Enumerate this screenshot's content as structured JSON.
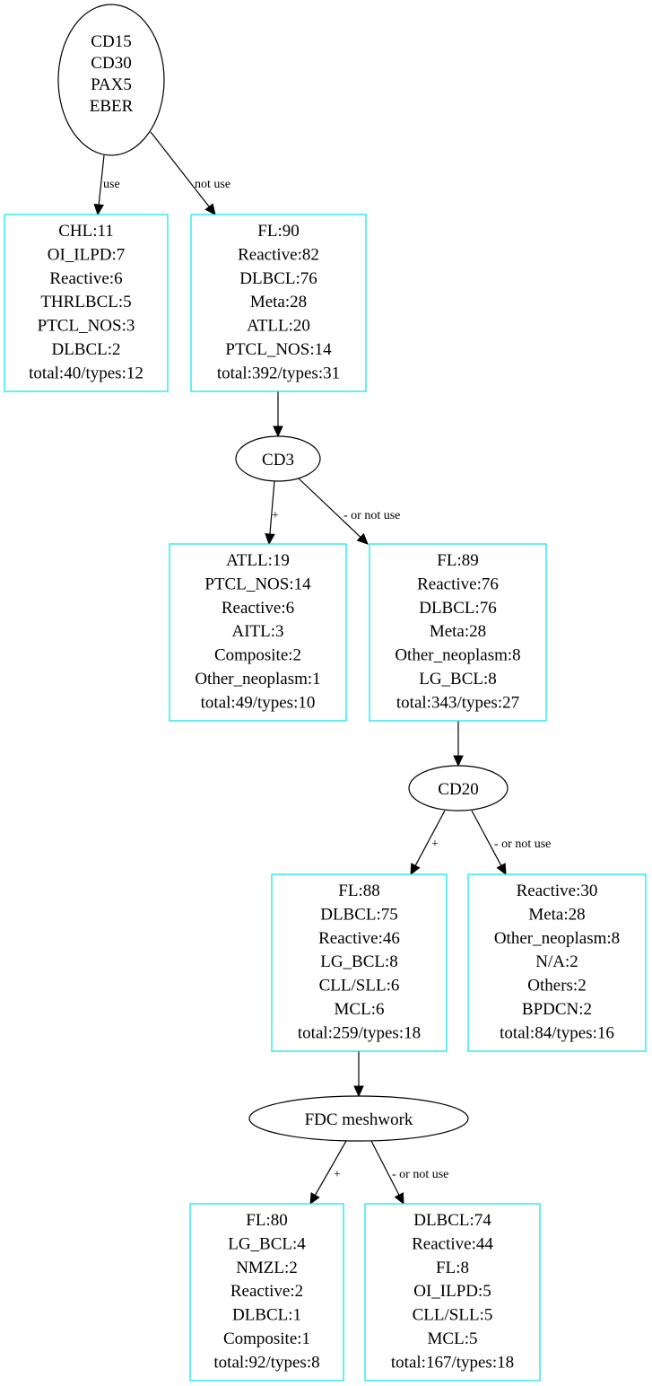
{
  "colors": {
    "leaf_border": "#00e5ee",
    "decision_border": "#000000",
    "edge": "#000000",
    "text": "#000000"
  },
  "decisions": [
    {
      "id": "root",
      "lines": [
        "CD15",
        "CD30",
        "PAX5",
        "EBER"
      ]
    },
    {
      "id": "cd3",
      "lines": [
        "CD3"
      ]
    },
    {
      "id": "cd20",
      "lines": [
        "CD20"
      ]
    },
    {
      "id": "fdc",
      "lines": [
        "FDC meshwork"
      ]
    }
  ],
  "leaves": [
    {
      "id": "leaf_use",
      "lines": [
        "CHL:11",
        "OI_ILPD:7",
        "Reactive:6",
        "THRLBCL:5",
        "PTCL_NOS:3",
        "DLBCL:2",
        "total:40/types:12"
      ]
    },
    {
      "id": "leaf_notuse",
      "lines": [
        "FL:90",
        "Reactive:82",
        "DLBCL:76",
        "Meta:28",
        "ATLL:20",
        "PTCL_NOS:14",
        "total:392/types:31"
      ]
    },
    {
      "id": "leaf_cd3_pos",
      "lines": [
        "ATLL:19",
        "PTCL_NOS:14",
        "Reactive:6",
        "AITL:3",
        "Composite:2",
        "Other_neoplasm:1",
        "total:49/types:10"
      ]
    },
    {
      "id": "leaf_cd3_neg",
      "lines": [
        "FL:89",
        "Reactive:76",
        "DLBCL:76",
        "Meta:28",
        "Other_neoplasm:8",
        "LG_BCL:8",
        "total:343/types:27"
      ]
    },
    {
      "id": "leaf_cd20_pos",
      "lines": [
        "FL:88",
        "DLBCL:75",
        "Reactive:46",
        "LG_BCL:8",
        "CLL/SLL:6",
        "MCL:6",
        "total:259/types:18"
      ]
    },
    {
      "id": "leaf_cd20_neg",
      "lines": [
        "Reactive:30",
        "Meta:28",
        "Other_neoplasm:8",
        "N/A:2",
        "Others:2",
        "BPDCN:2",
        "total:84/types:16"
      ]
    },
    {
      "id": "leaf_fdc_pos",
      "lines": [
        "FL:80",
        "LG_BCL:4",
        "NMZL:2",
        "Reactive:2",
        "DLBCL:1",
        "Composite:1",
        "total:92/types:8"
      ]
    },
    {
      "id": "leaf_fdc_neg",
      "lines": [
        "DLBCL:74",
        "Reactive:44",
        "FL:8",
        "OI_ILPD:5",
        "CLL/SLL:5",
        "MCL:5",
        "total:167/types:18"
      ]
    }
  ],
  "edges": [
    {
      "id": "e_root_use",
      "from": "root",
      "to": "leaf_use",
      "label": "use"
    },
    {
      "id": "e_root_notuse",
      "from": "root",
      "to": "leaf_notuse",
      "label": "not use"
    },
    {
      "id": "e_notuse_cd3",
      "from": "leaf_notuse",
      "to": "cd3",
      "label": ""
    },
    {
      "id": "e_cd3_pos",
      "from": "cd3",
      "to": "leaf_cd3_pos",
      "label": "+"
    },
    {
      "id": "e_cd3_neg",
      "from": "cd3",
      "to": "leaf_cd3_neg",
      "label": "- or not use"
    },
    {
      "id": "e_cd3neg_cd20",
      "from": "leaf_cd3_neg",
      "to": "cd20",
      "label": ""
    },
    {
      "id": "e_cd20_pos",
      "from": "cd20",
      "to": "leaf_cd20_pos",
      "label": "+"
    },
    {
      "id": "e_cd20_neg",
      "from": "cd20",
      "to": "leaf_cd20_neg",
      "label": "- or not use"
    },
    {
      "id": "e_cd20pos_fdc",
      "from": "leaf_cd20_pos",
      "to": "fdc",
      "label": ""
    },
    {
      "id": "e_fdc_pos",
      "from": "fdc",
      "to": "leaf_fdc_pos",
      "label": "+"
    },
    {
      "id": "e_fdc_neg",
      "from": "fdc",
      "to": "leaf_fdc_neg",
      "label": "- or not use"
    }
  ]
}
